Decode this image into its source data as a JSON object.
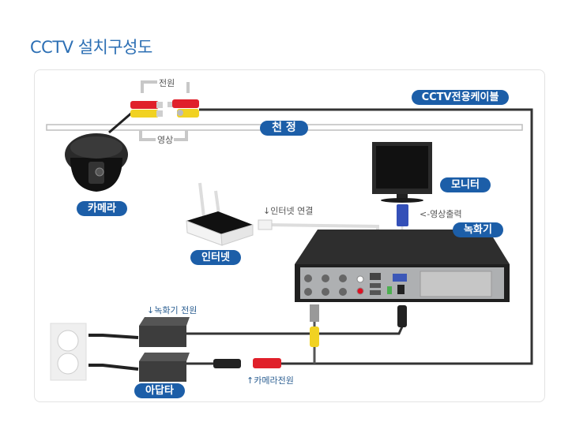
{
  "page": {
    "title": "CCTV 설치구성도"
  },
  "labels": {
    "cctv_cable": "CCTV전용케이블",
    "ceiling": "천 정",
    "camera": "카메라",
    "internet": "인터넷",
    "monitor": "모니터",
    "recorder": "녹화기",
    "adapter": "아답타"
  },
  "notes": {
    "power": "전원",
    "video": "영상",
    "internet_connection": "↓인터넷 연결",
    "video_output": "<-영상출력",
    "recorder_power": "↓녹화기 전원",
    "camera_power": "↑카메라전원"
  },
  "colors": {
    "accent": "#1c5ea8",
    "title": "#2c6fb4",
    "cable": "#333333",
    "rca_red": "#e0202a",
    "rca_yellow": "#f1d222",
    "vga_blue": "#3450b8"
  }
}
